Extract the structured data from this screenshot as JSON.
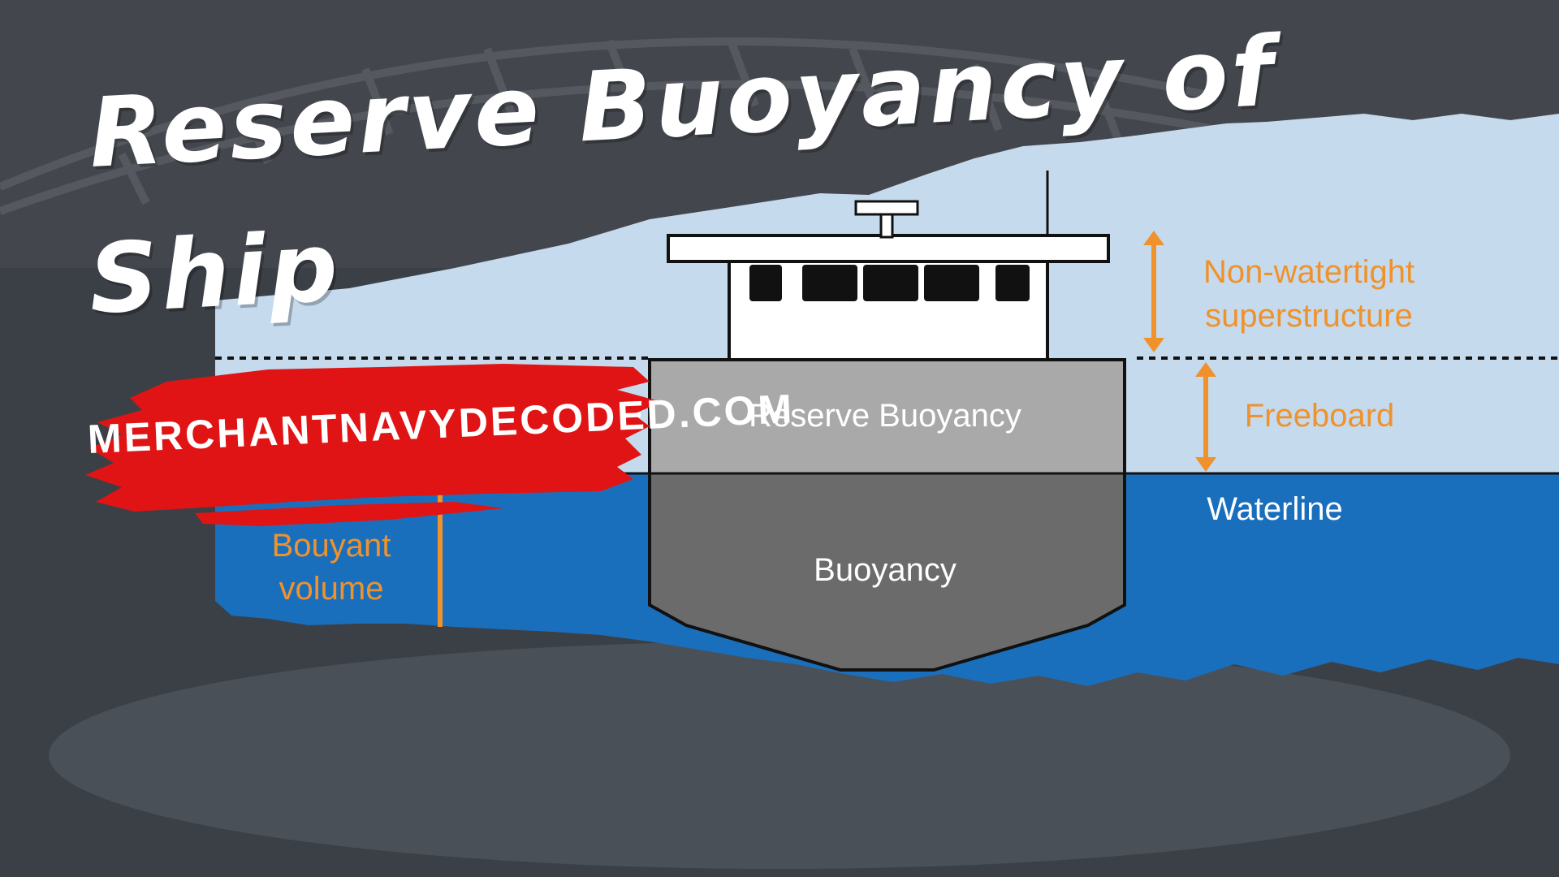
{
  "title": {
    "line1": "Reserve Buoyancy of",
    "line2": "Ship"
  },
  "website": "MERCHANTNAVYDECODED.COM",
  "diagram": {
    "superstructure_label_line1": "Non-watertight",
    "superstructure_label_line2": "superstructure",
    "freeboard_label": "Freeboard",
    "waterline_label": "Waterline",
    "reserve_buoyancy_label": "Reserve Buoyancy",
    "buoyancy_label": "Buoyancy",
    "buoyant_volume_line1": "Bouyant",
    "buoyant_volume_line2": "volume"
  },
  "colors": {
    "sky": "#c5daec",
    "sea": "#1a6fbd",
    "reserve_hull": "#a9a9a9",
    "buoyancy_hull": "#6b6b6b",
    "accent_orange": "#f0922b",
    "brush_red": "#e01414",
    "background": "#3a3f45"
  }
}
